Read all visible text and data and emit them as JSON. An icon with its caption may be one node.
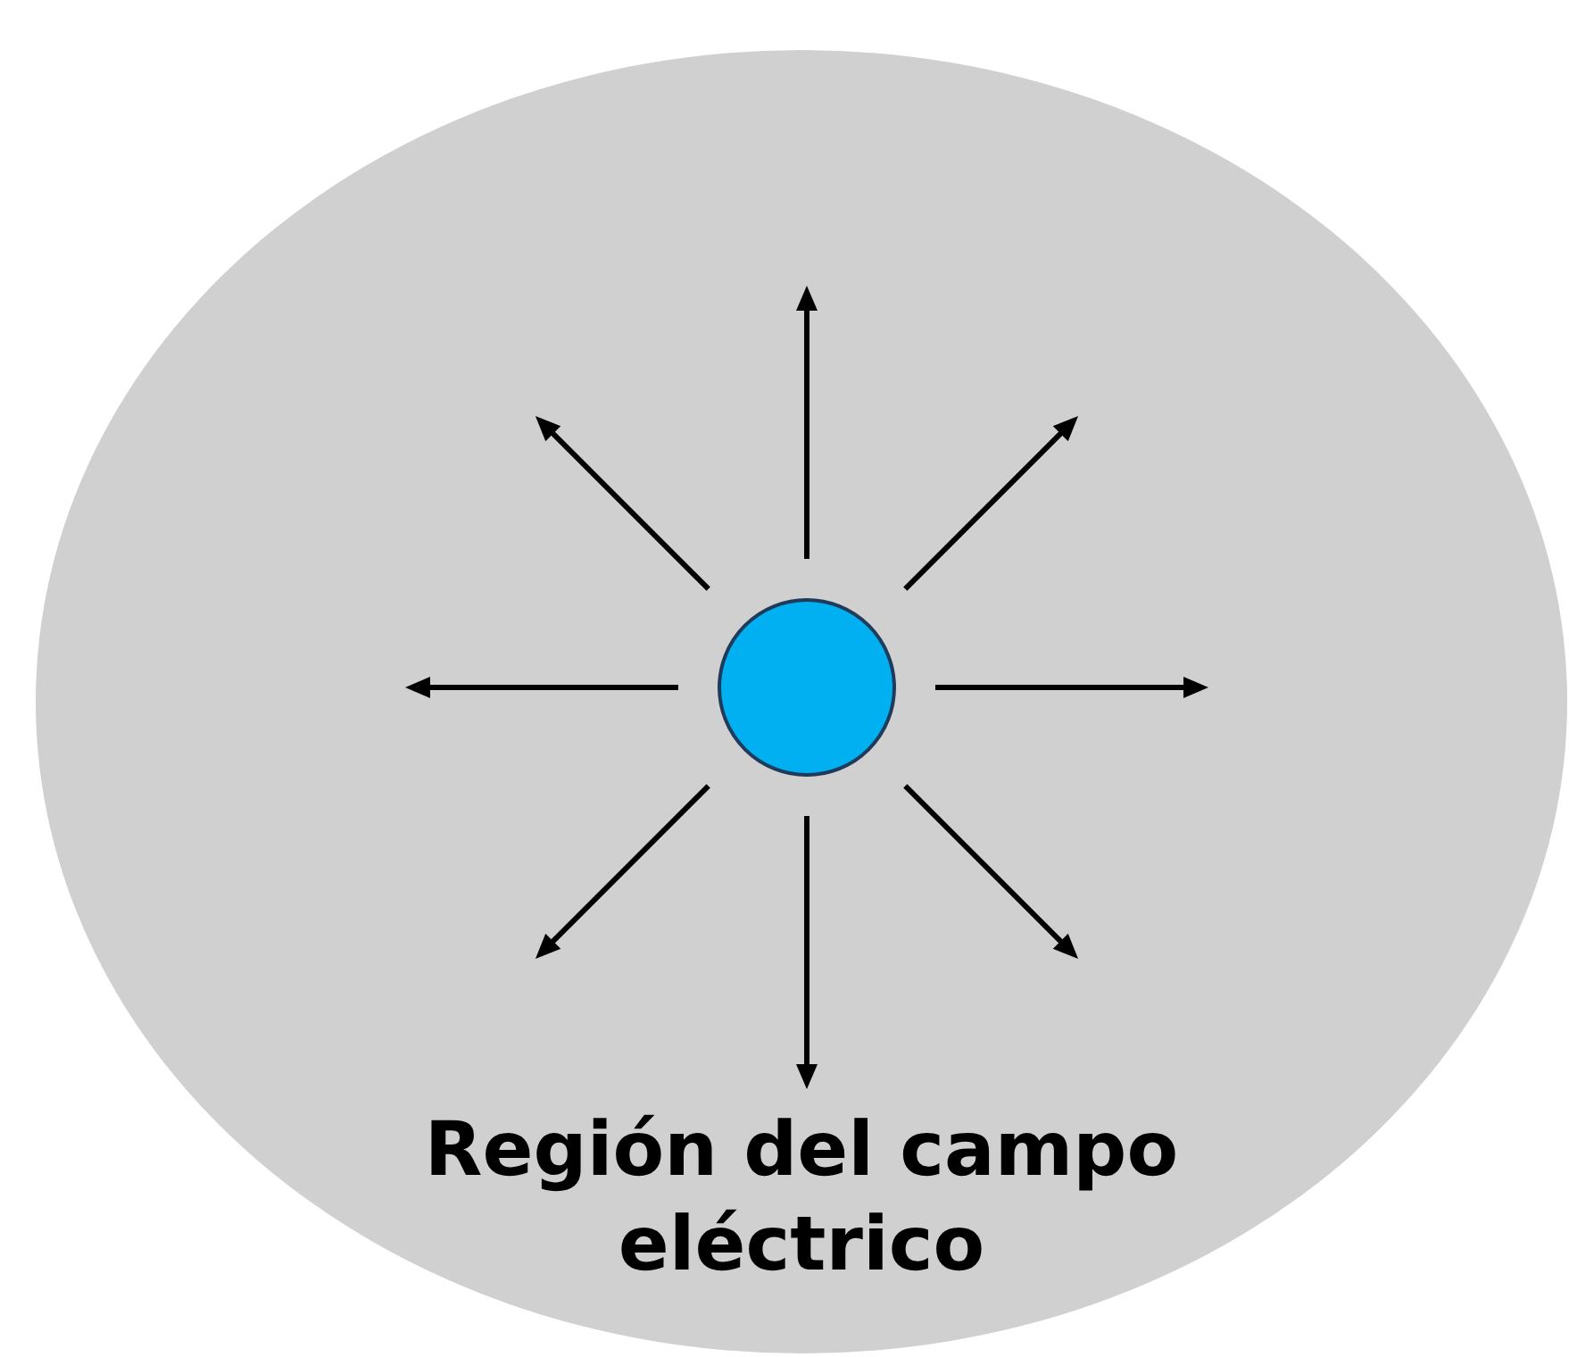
{
  "diagram": {
    "nodes": [
      {
        "text": [
          "Región del campo eléctrico"
        ]
      },
      {
        "text": [],
        "shape": "circle",
        "in": 0
      }
    ]
  }
}
